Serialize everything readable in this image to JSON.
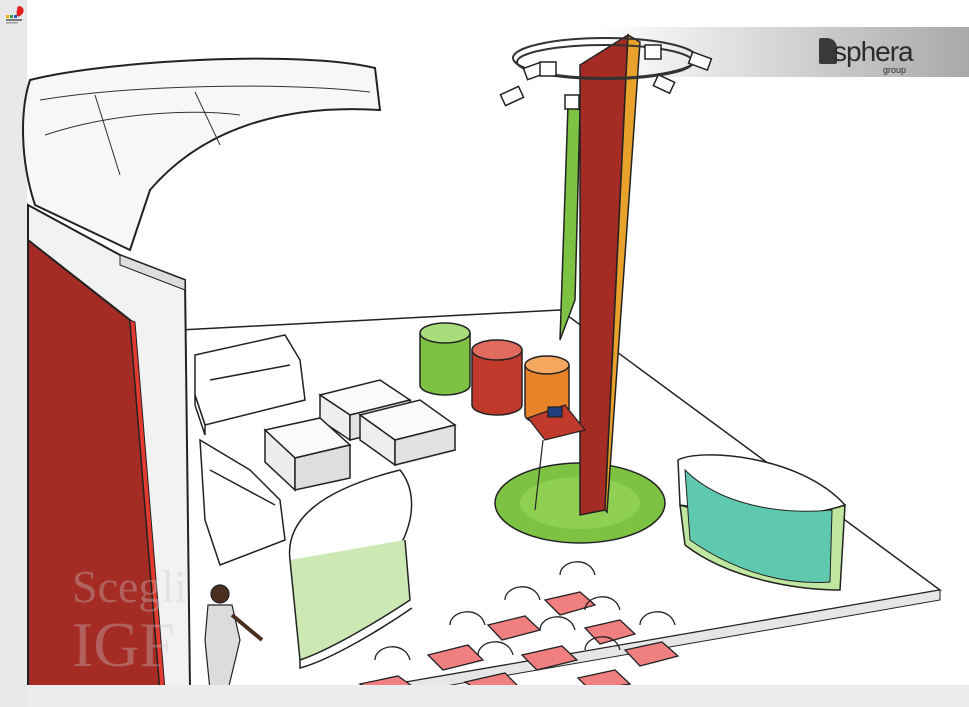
{
  "brand": {
    "name": "sphera",
    "sub": "group",
    "color": "#2b2b2b"
  },
  "corner_logo": {
    "icon": "leaf-logo-icon",
    "accent": "#e02020"
  },
  "watermark": {
    "line1": "Scegli",
    "line2": "IGF"
  },
  "colors": {
    "red_wall": "#a52b25",
    "green": "#7dc242",
    "orange": "#e8832a",
    "teal_glass": "#5fc9b0",
    "chair_seat": "#f08080"
  }
}
